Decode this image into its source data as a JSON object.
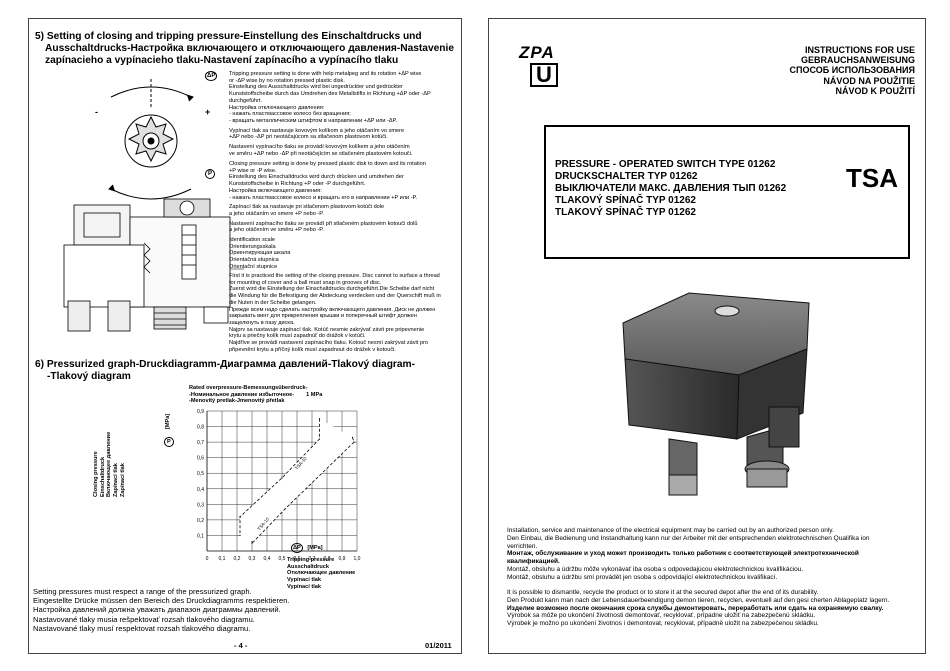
{
  "left": {
    "section5": {
      "title_lines": [
        "5) Setting of closing and tripping pressure-Einstellung des Einschaltdrucks und",
        "Ausschaltdrucks-Настройка включающего и отключающего давления-Nastavenie",
        "zapínacieho a vypínacieho tlaku-Nastavení zapínacího a vypínacího tlaku"
      ],
      "label_dp": "ΔP",
      "label_p": "P",
      "label_plus": "+",
      "label_minus": "-",
      "tripping_text": [
        "Tripping pressure setting is done with help metalpeg and its rotation +ΔP wise",
        "or -ΔP wise by no rotation pressed plastic disk.",
        "Einstellung des Ausschaltdrucks wird bei ungedrückter und gedrückter",
        "Kunststoffscheibe durch das Umdrehen des Metallstifts in Richtung +ΔP oder -ΔP",
        "durchgeführt.",
        "Настройка отключающего давления:",
        "- нажать пластмассовое колесо без вращения;",
        "- вращать металлическим штифтом в направлении +ΔP или -ΔP.",
        "Vypínací tlak sa nastavuje kovovým kolíkom a jeho otáčaním vo smere",
        "+ΔP nebo -ΔP pri neotáčajúcom sa stlačenom plastovom kotúči.",
        "Nastavení vypínacího tlaku se provádí kovovým kolíkem a jeho otáčením",
        "ve směru +ΔP nebo -ΔP při neotáčejícím se stlačeném plastovém kotouči."
      ],
      "closing_text": [
        "Closing pressure setting is done by pressed plastic disk to down and its rotation",
        "+P wise or -P wise.",
        "Einstellung des Einschaltdrucks wird durch drücken und umdrehen der",
        "Kunststoffscheibe in Richtung +P oder -P durchgeführt.",
        "Настройка включающего давления:",
        "- нажать пластмассовое колесо и вращать его в направлении +P или -P.",
        "Zapínací tlak sa nastavuje pri stlačenom plastovom kotúči dole",
        "a jeho otáčaním vo smere +P nebo -P.",
        "Nastavení zapínacího tlaku se provádí při stlačeném plastovém kotouči dolů",
        "a jeho otáčením ve směru +P nebo -P."
      ],
      "identification_text": [
        "Identification scale",
        "Orientierungsskala",
        "Ориентирующая шкала",
        "Orientačná stupnica",
        "Orientační stupnice"
      ],
      "first_text": [
        "First it is practiced the setting of the closing pressure. Disc cannot to surface a thread",
        "for mounting of cover and a ball must snap in grooves of disc.",
        "Zuerst wird die Einstellung der Einschaltdrucks durchgeführt.Die Scheibe darf nicht",
        "die Windung für die Befestigung der Abdeckung verdecken und der Querschift muß in",
        "die Nuten in der Scheibe gelangen.",
        "Прежде всем надо сделать настройку включающего давления. Диск не должен",
        "закрывать винт для прикрепления крышки и поперечный штифт должен",
        "защелкнуть в пазу диска.",
        "Najprv sa nastavuje zapínací tlak. Kotúč nesmie zakrývať závit pre pripevnenie",
        "krytu a priečny kolík musí zapadnúť do drážok v kotúči.",
        "Najdříve se provádí nastavení zapínacího tlaku. Kotouč nesmí zakrývat závit pro",
        "připevnění krytu a příčný kolík musí zapadnout do drážek v kotouči."
      ]
    },
    "section6": {
      "title_lines": [
        "6) Pressurized graph-Druckdiagramm-Диаграмма давлений-Tlakový diagram-",
        "-Tlakový diagram"
      ],
      "rated_lines": [
        "Rated overpressure-Bemessungsüberdruck-",
        "-Номинальное давление избыточное-",
        "-Menovitý pretlak-Jmenovitý přetlak"
      ],
      "rated_value": "1 MPa",
      "ylabel_lines": [
        "Closing pressure",
        "Einschaltdruck",
        "Включающее давление",
        "Zapínací tlak",
        "Zapínací tlak"
      ],
      "ylabel_symbol": "P",
      "ylabel_unit": "[MPa]",
      "xlabel_symbol": "ΔP",
      "xlabel_unit": "[MPa]",
      "xlabel_lines": [
        "Tripping pressure",
        "Ausschaltdruck",
        "Отключающее давление",
        "Vypínací tlak",
        "Vypínací tlak"
      ],
      "notes": [
        "Setting pressures must respect a range of the pressurized graph.",
        "Eingestellte Drücke müssen den Bereich des Druckdiagramms respektieren.",
        "Настройка давлений должна уважать диапазон диаграммы давлений.",
        "Nastavované tlaky musia rešpektovať rozsah tlakového diagramu.",
        "Nastavované tlaky musí respektovat rozsah tlakového diagramu."
      ]
    },
    "footer": {
      "page": "- 4 -",
      "date": "01/2011"
    }
  },
  "chart_data": {
    "type": "line",
    "title": "",
    "xlabel": "ΔP [MPa]",
    "ylabel": "P [MPa]",
    "xlim": [
      0,
      1.0
    ],
    "ylim": [
      0,
      0.9
    ],
    "x_ticks": [
      "0",
      "0,1",
      "0,2",
      "0,3",
      "0,4",
      "0,5",
      "0,6",
      "0,7",
      "0,8",
      "0,9",
      "1,0"
    ],
    "y_ticks": [
      "0,1",
      "0,2",
      "0,3",
      "0,4",
      "0,5",
      "0,6",
      "0,7",
      "0,8",
      "0,9"
    ],
    "grid": true,
    "series": [
      {
        "name": "TSA-10",
        "x": [
          0.75,
          0.75,
          0.5,
          0.22,
          0.22
        ],
        "y": [
          0.85,
          0.72,
          0.47,
          0.22,
          0.1
        ]
      },
      {
        "name": "TSA-10",
        "x": [
          0.97,
          0.98,
          0.52,
          0.3,
          0.3
        ],
        "y": [
          0.73,
          0.7,
          0.27,
          0.05,
          0.06
        ]
      }
    ],
    "annotations": [
      "TSA-10",
      "TSA-10"
    ]
  },
  "right": {
    "logo": "ZPA",
    "logo_u": "U",
    "instructions": [
      "INSTRUCTIONS FOR USE",
      "GEBRAUCHSANWEISUNG",
      "СПОСОБ ИСПОЛЬЗОВАНИЯ",
      "NÁVOD NA POUŽITIE",
      "NÁVOD K POUŽITÍ"
    ],
    "product_lines": [
      "PRESSURE - OPERATED SWITCH TYPE 01262",
      "DRUCKSCHALTER TYP 01262",
      "ВЫКЛЮЧАТЕЛИ МАКС. ДАВЛЕНИЯ ТЫП 01262",
      "TLAKOVÝ SPÍNAČ TYP 01262",
      "TLAKOVÝ SPÍNAČ TYP 01262"
    ],
    "product_code": "TSA",
    "install_text": [
      "Installation, service and maintenance of the electrical equipment may be carried out by an authorized person only.",
      "Den Einbau, die Bedienung und Instandhaltung kann nur der Arbeiter mit der entsprechenden elektrotechnischen Qualifika ion",
      "verrichten.",
      "Монтаж, обслуживание и уход может производить только работник с соответствующей электротехнической",
      "квалификацией.",
      "Montáž, obsluhu a údržbu môže vykonávať iba osoba s odpovedajúcou elektrotechnickou kvalifikáciou.",
      "Montáž, obsluhu a údržbu smí provádět jen osoba s odpovídající elektrotechnickou kvalifikací."
    ],
    "dispose_text": [
      "It is possible to dismantle, recycle the product or to store it at the secured depot after the end of its durability.",
      "Den Produkt kann man nach der Lebensdauerbeendigung demon tieren, recyclen, eventuell auf den gesi cherten Ablageplatz lagern.",
      "Изделие возможно после окончания срока службы демонтировать, переработать или сдать на охраняемую свалку.",
      "Výrobok sa môže po ukončení životnosti demontovať, recyklovať, prípadne uložiť na zabezpečenú skládku.",
      "Výrobek je možno po ukončení životnos i demontovat, recyklovat, případně uložit na zabezpečenou skládku."
    ]
  }
}
